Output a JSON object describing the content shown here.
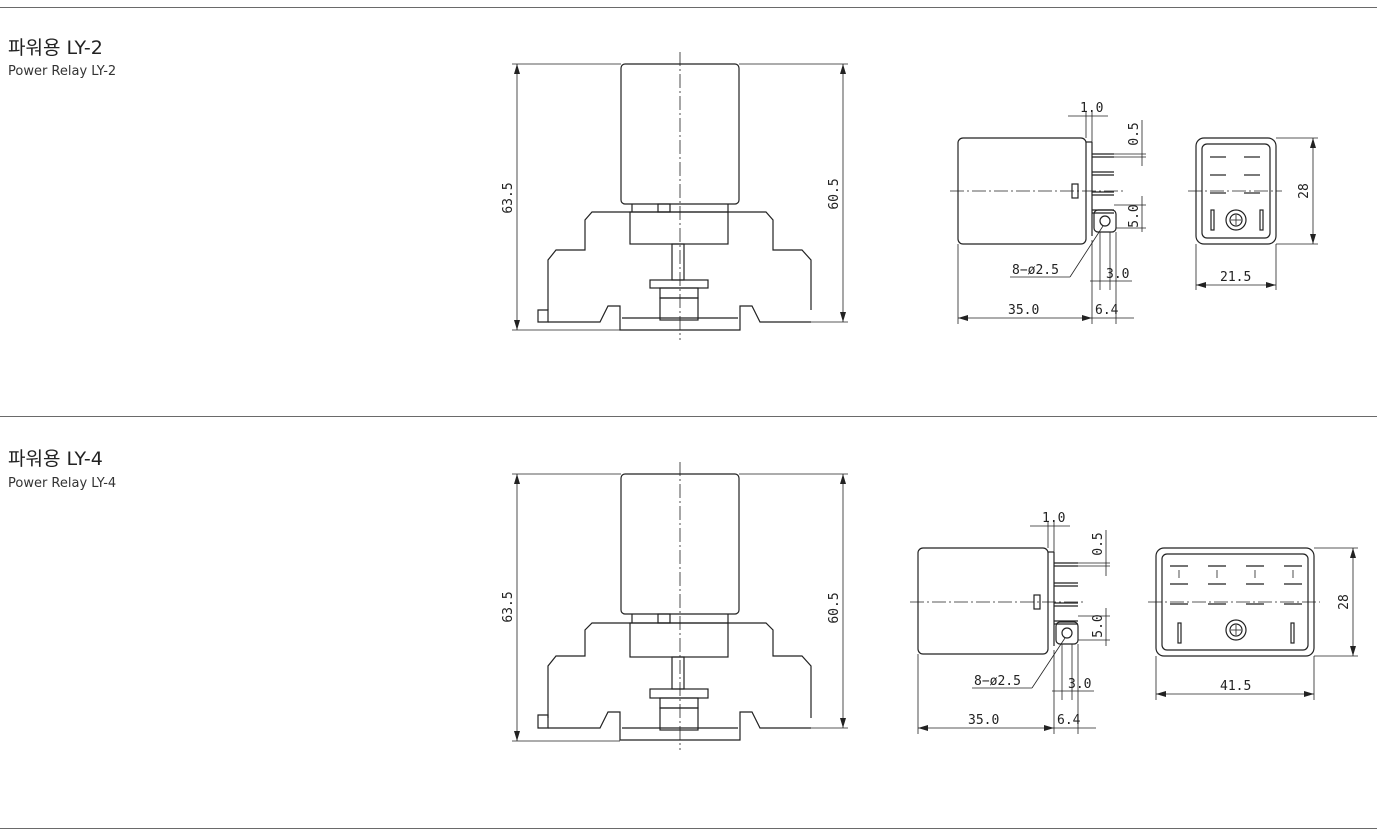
{
  "sections": [
    {
      "title": "파워용 LY-2",
      "subtitle": "Power Relay LY-2",
      "dims": {
        "overall_height": "63.5",
        "body_height": "60.5",
        "pin_width": "1.0",
        "pin_thickness": "0.5",
        "pin_pitch": "5.0",
        "hole_spec": "8−ø2.5",
        "hole_offset": "3.0",
        "body_length": "35.0",
        "pin_length": "6.4",
        "front_height": "28",
        "front_width": "21.5"
      }
    },
    {
      "title": "파워용 LY-4",
      "subtitle": "Power Relay LY-4",
      "dims": {
        "overall_height": "63.5",
        "body_height": "60.5",
        "pin_width": "1.0",
        "pin_thickness": "0.5",
        "pin_pitch": "5.0",
        "hole_spec": "8−ø2.5",
        "hole_offset": "3.0",
        "body_length": "35.0",
        "pin_length": "6.4",
        "front_height": "28",
        "front_width": "41.5"
      }
    }
  ]
}
